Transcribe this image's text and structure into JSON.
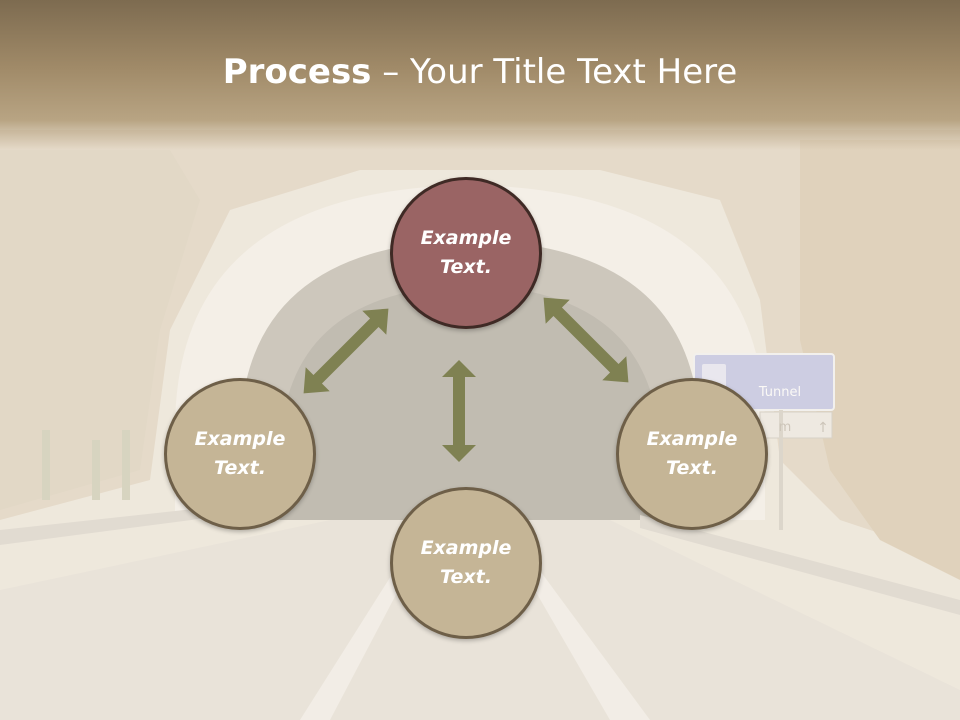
{
  "slide": {
    "title_bold": "Process",
    "title_rest": " – Your Title Text Here"
  },
  "circles": {
    "top": {
      "line1": "Example",
      "line2": "Text."
    },
    "left": {
      "line1": "Example",
      "line2": "Text."
    },
    "right": {
      "line1": "Example",
      "line2": "Text."
    },
    "bottom": {
      "line1": "Example",
      "line2": "Text."
    }
  },
  "sign": {
    "label": "Tunnel",
    "distance": "m"
  },
  "colors": {
    "title_band": "#8a7657",
    "accent_circle": "#9a6464",
    "neutral_circle": "#c5b596",
    "arrow": "#7f8152"
  }
}
